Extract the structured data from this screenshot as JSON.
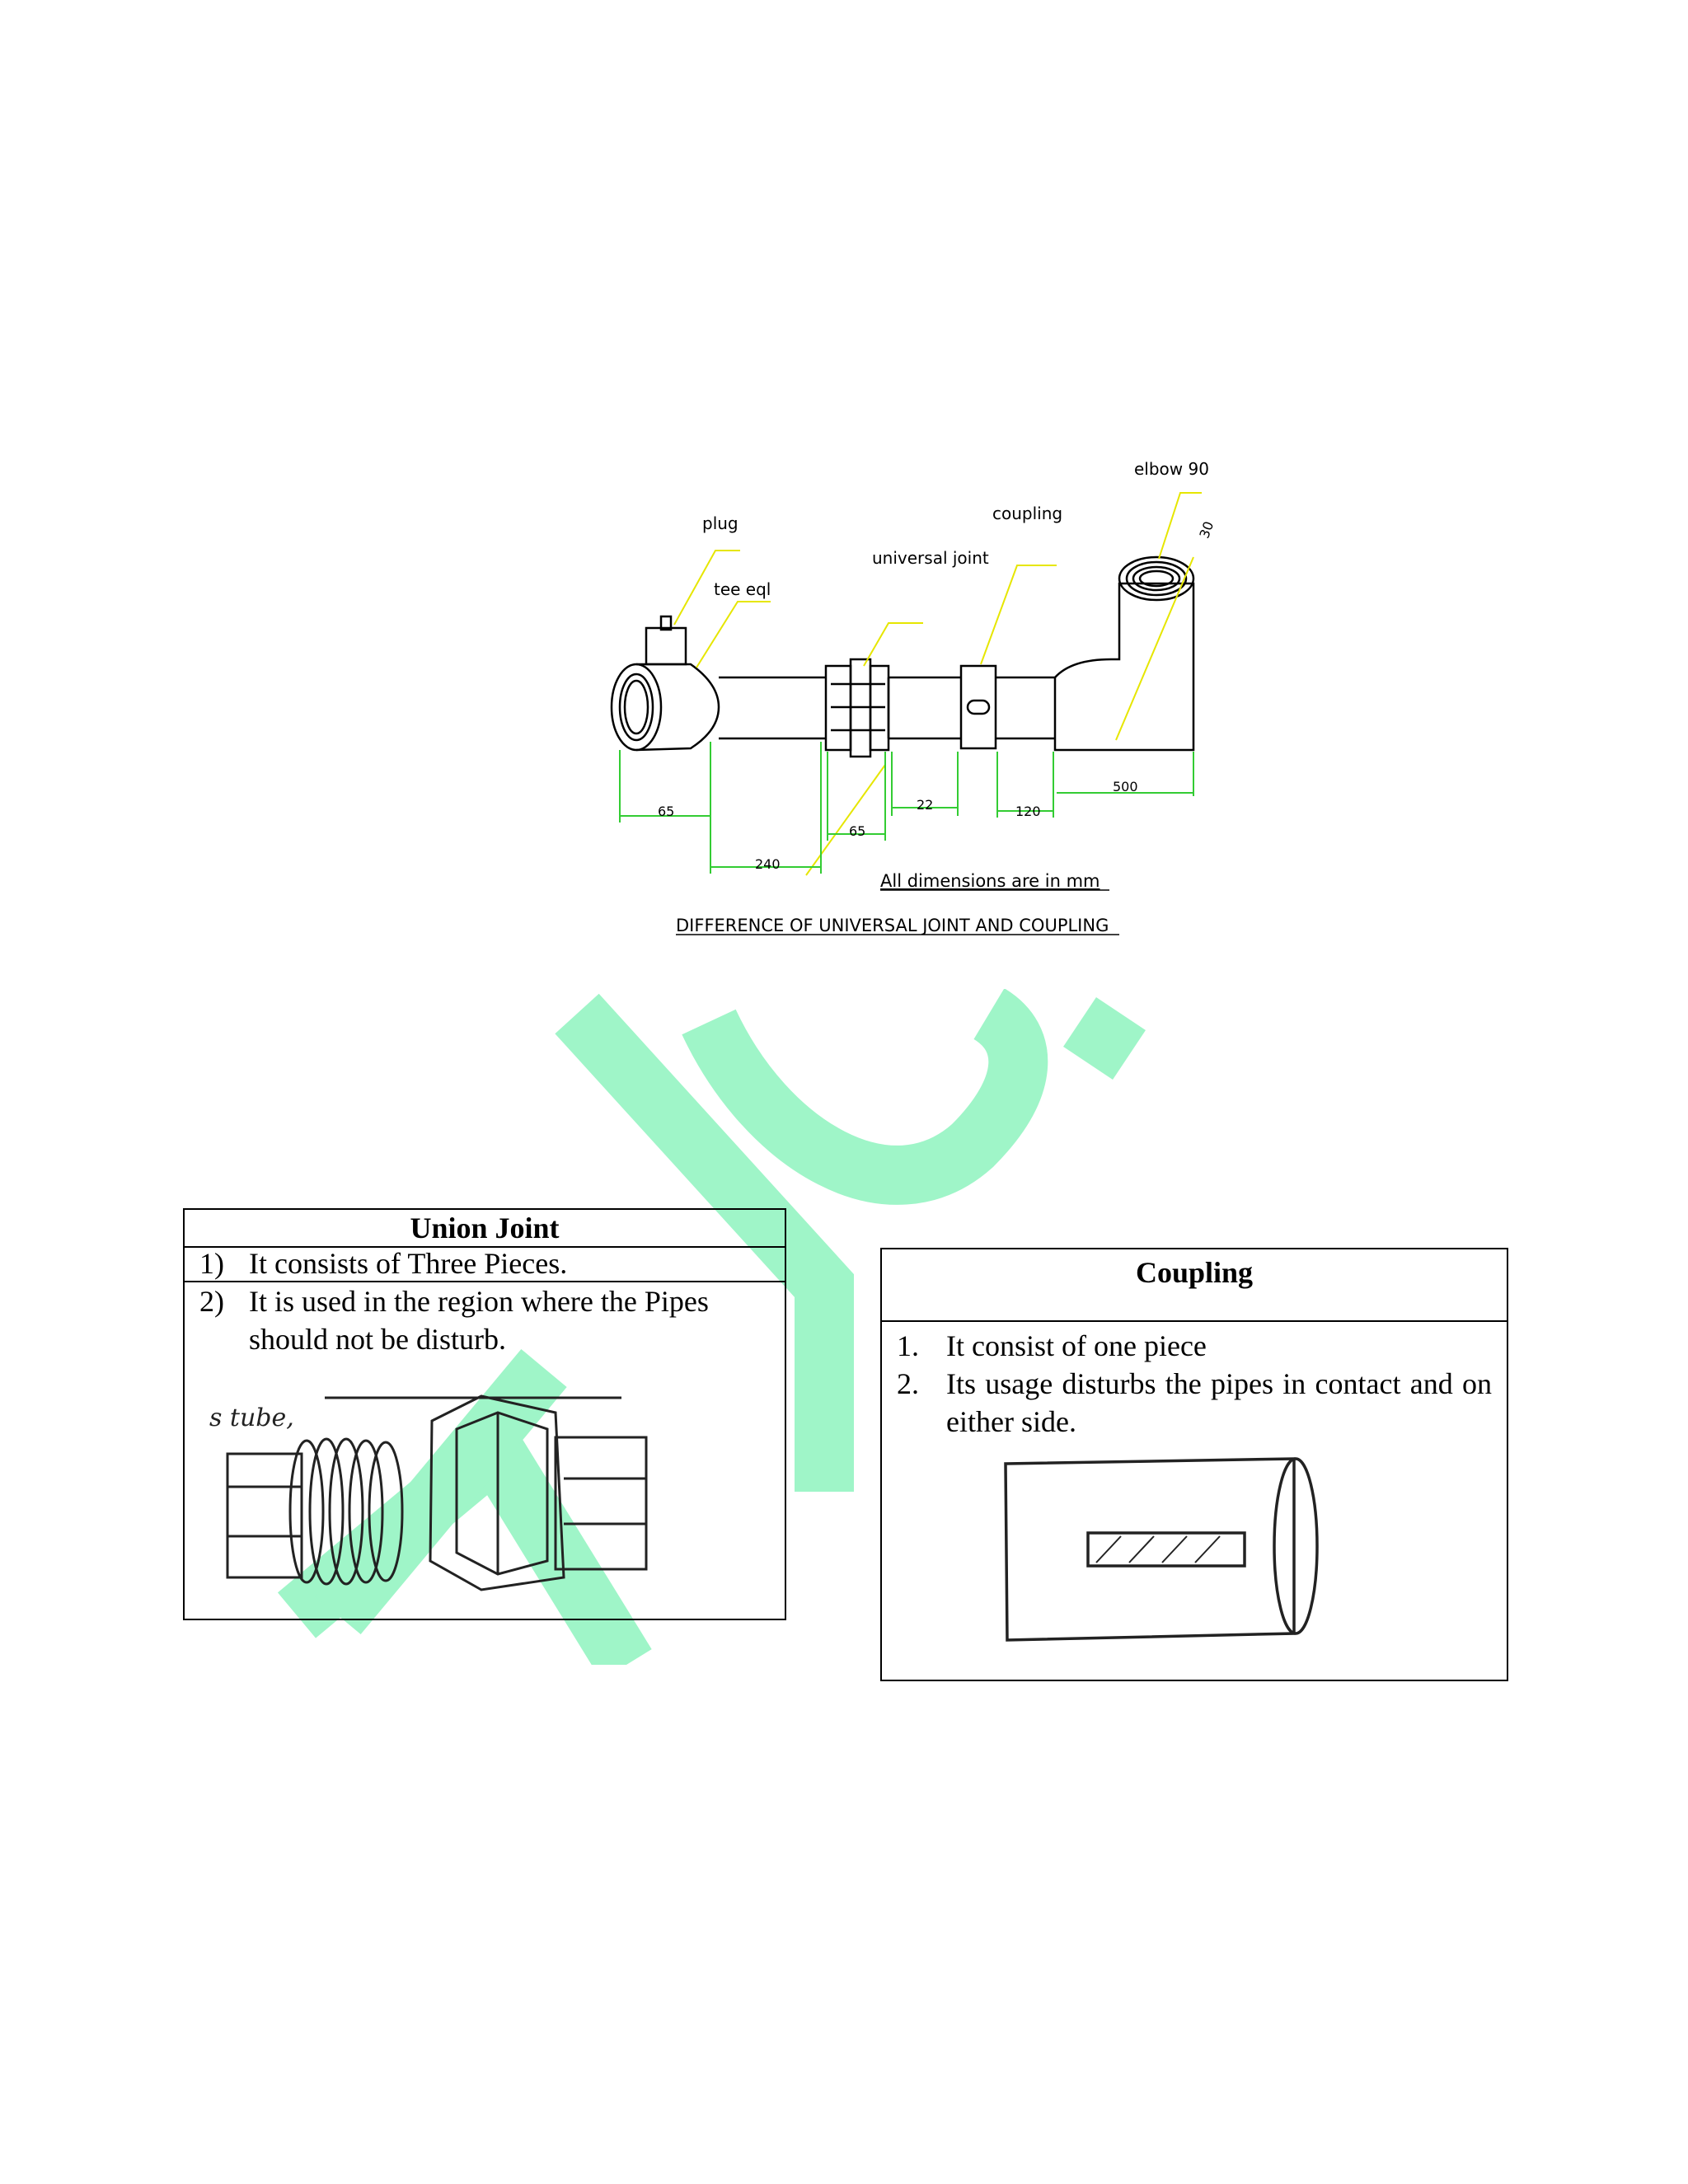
{
  "drawing": {
    "labels": {
      "plug": "plug",
      "tee": "tee eql",
      "universal_joint": "universal joint",
      "coupling": "coupling",
      "elbow": "elbow 90",
      "angle": "30"
    },
    "dimensions": {
      "d1": "65",
      "d2": "240",
      "d3": "65",
      "d4": "22",
      "d5": "120",
      "d6": "500"
    },
    "note": "All dimensions are in mm",
    "caption": "DIFFERENCE OF UNIVERSAL JOINT AND COUPLING"
  },
  "union_table": {
    "title": "Union Joint",
    "items": [
      {
        "num": "1)",
        "text": "It consists of Three Pieces."
      },
      {
        "num": "2)",
        "text": "It is used in the region where the Pipes should not be disturb."
      }
    ],
    "sketch_label": "s tube,"
  },
  "coupling_table": {
    "title": "Coupling",
    "items": [
      {
        "num": "1.",
        "text": "It consist of one piece"
      },
      {
        "num": "2.",
        "text": "Its usage disturbs the pipes in contact and on either side."
      }
    ]
  },
  "colors": {
    "leader": "#e6e600",
    "dimension": "#33cc33",
    "watermark": "#9ff5c8"
  }
}
